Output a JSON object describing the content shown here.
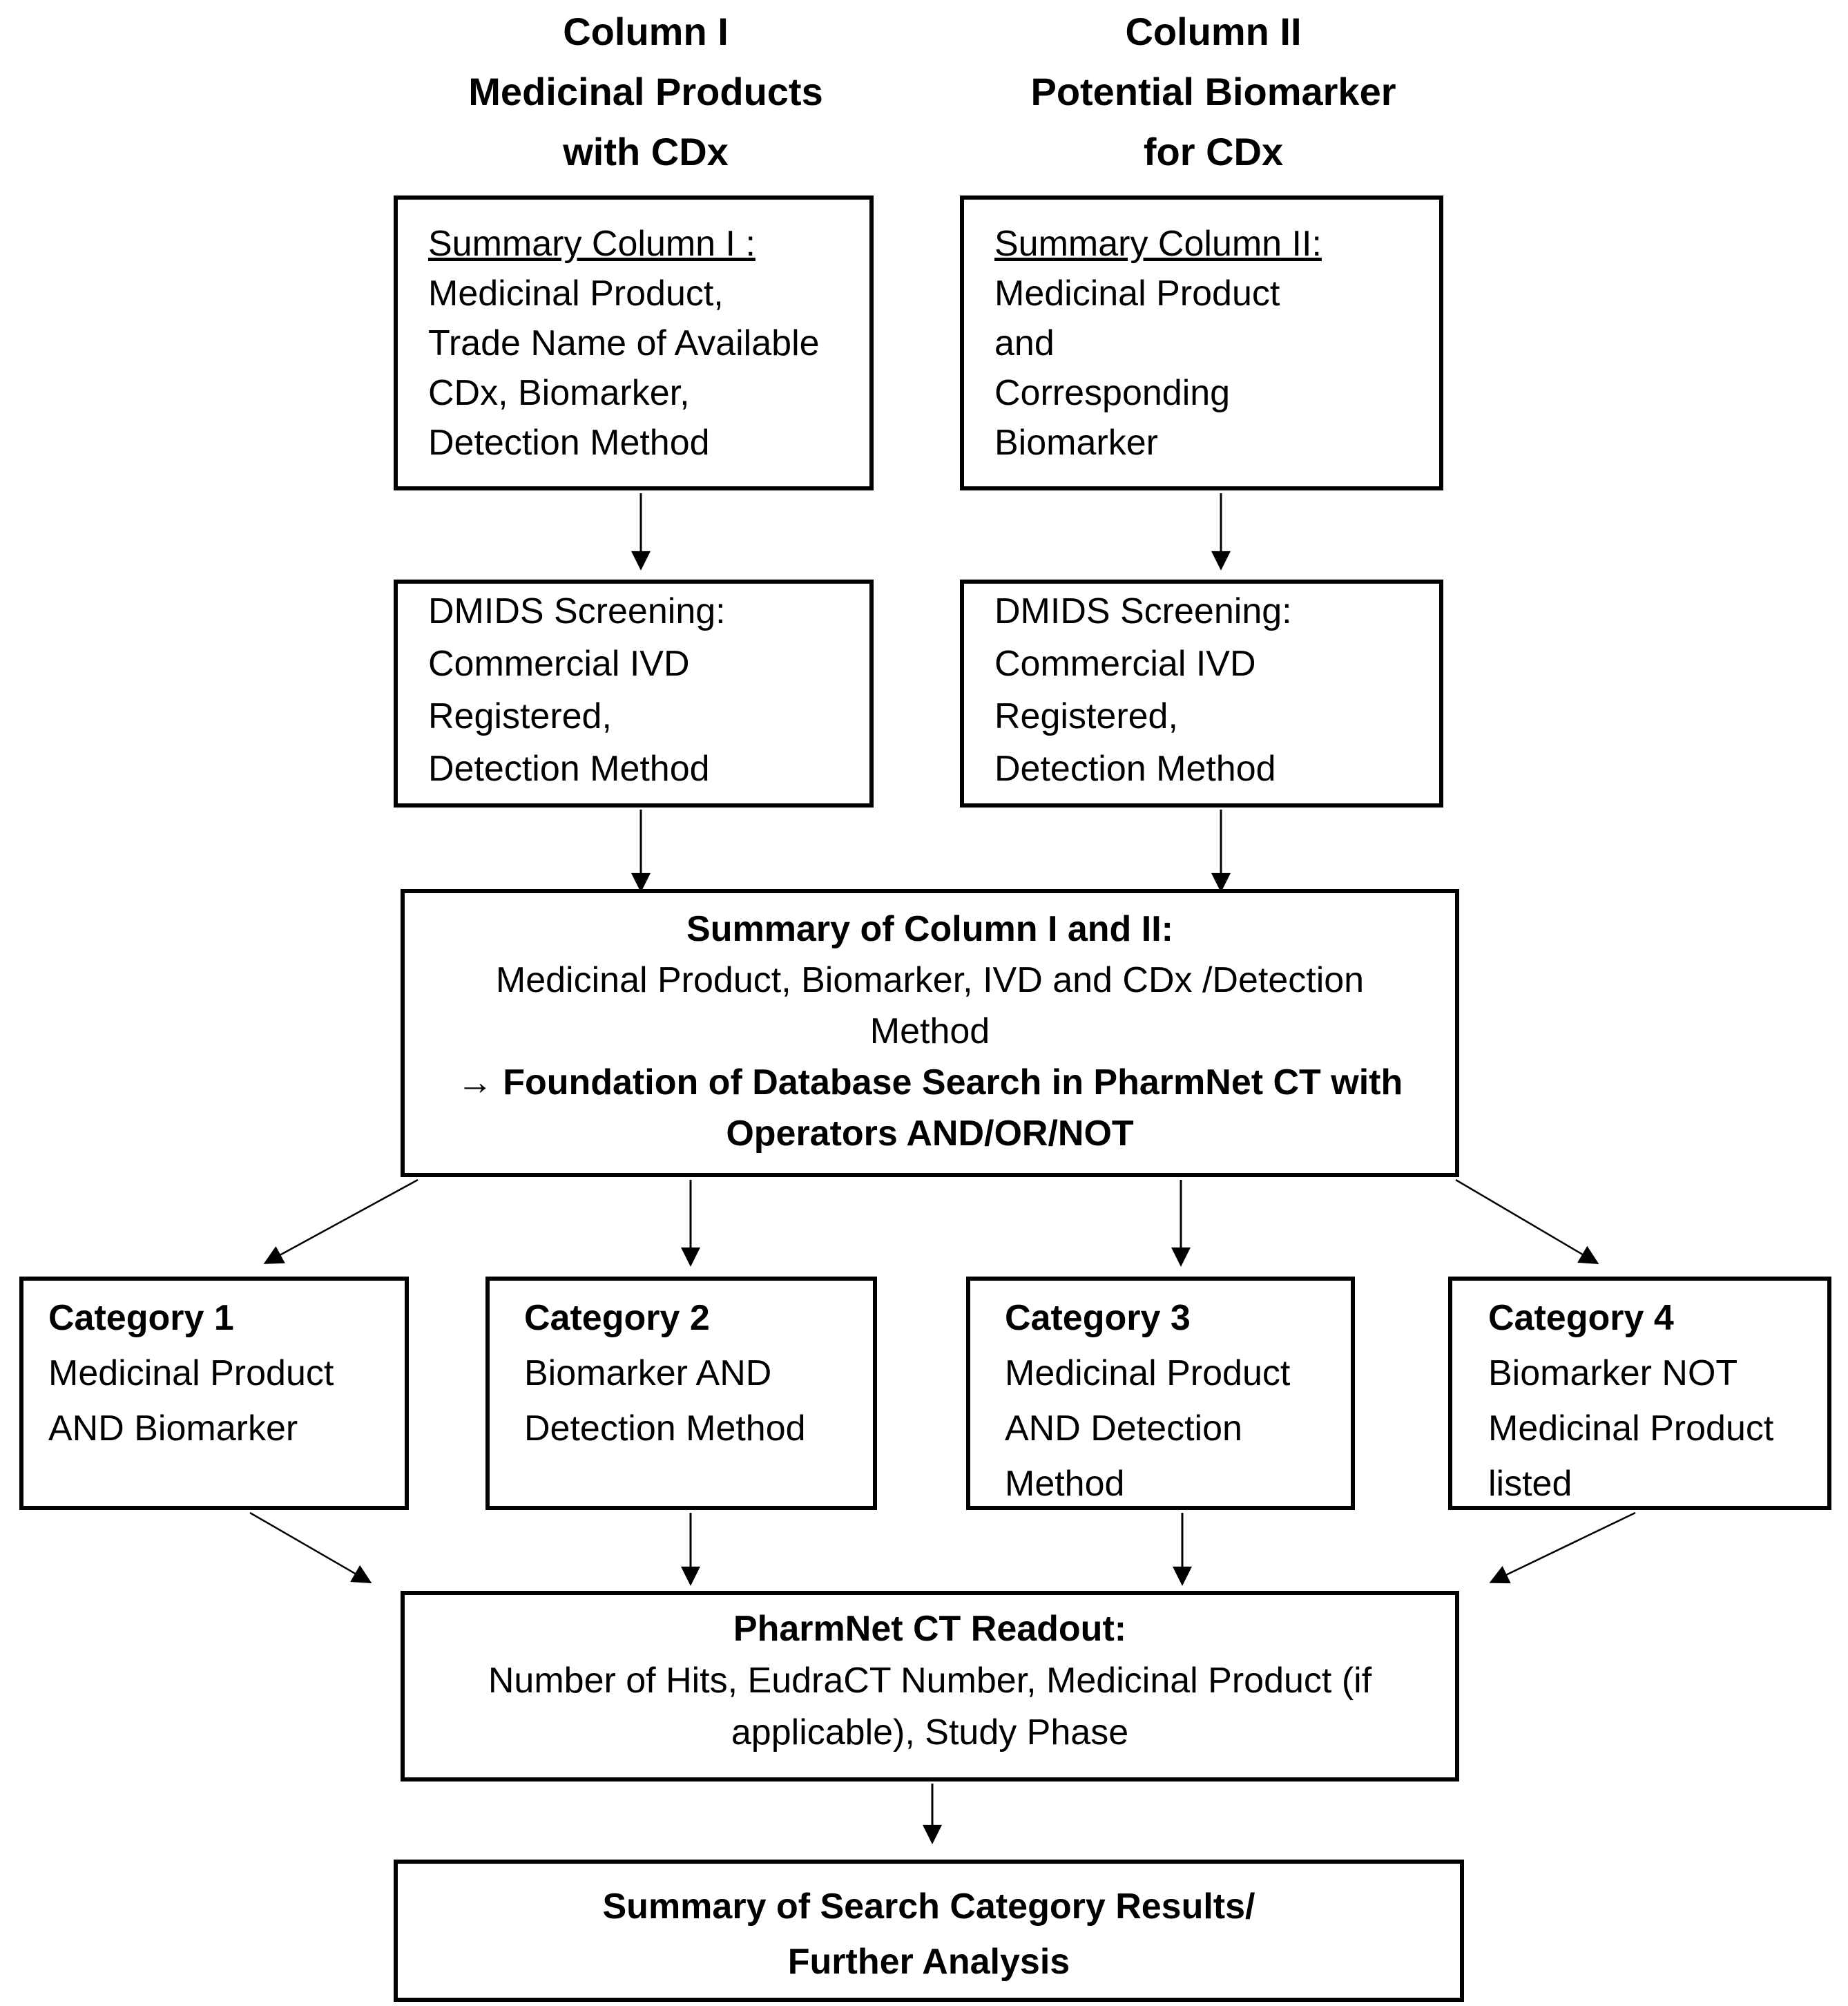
{
  "headers": {
    "column1": {
      "line1": "Column I",
      "line2": "Medicinal Products",
      "line3": "with CDx"
    },
    "column2": {
      "line1": "Column II",
      "line2": "Potential Biomarker",
      "line3": "for CDx"
    }
  },
  "boxes": {
    "summary_col1": {
      "title": "Summary Column I :",
      "line1": "Medicinal Product,",
      "line2": "Trade Name of Available",
      "line3": "CDx, Biomarker,",
      "line4": "Detection Method"
    },
    "summary_col2": {
      "title": "Summary Column II:",
      "line1": "Medicinal Product",
      "line2": "and",
      "line3": "Corresponding",
      "line4": "Biomarker"
    },
    "dmids_col1": {
      "line1": "DMIDS Screening:",
      "line2": "Commercial IVD",
      "line3": "Registered,",
      "line4": "Detection Method"
    },
    "dmids_col2": {
      "line1": "DMIDS Screening:",
      "line2": "Commercial IVD",
      "line3": "Registered,",
      "line4": "Detection Method"
    },
    "summary_combined": {
      "title": "Summary of Column I and II:",
      "line1": "Medicinal Product, Biomarker, IVD and CDx /Detection",
      "line2": "Method",
      "line3": "→ Foundation of Database Search in PharmNet CT with",
      "line4": "Operators AND/OR/NOT"
    },
    "category1": {
      "title": "Category 1",
      "line1": "Medicinal Product",
      "line2": "AND Biomarker"
    },
    "category2": {
      "title": "Category 2",
      "line1": "Biomarker AND",
      "line2": "Detection Method"
    },
    "category3": {
      "title": "Category 3",
      "line1": "Medicinal Product",
      "line2": "AND Detection",
      "line3": "Method"
    },
    "category4": {
      "title": "Category 4",
      "line1": "Biomarker NOT",
      "line2": "Medicinal Product",
      "line3": "listed"
    },
    "readout": {
      "title": "PharmNet CT Readout:",
      "line1": "Number of Hits, EudraCT Number, Medicinal Product (if",
      "line2": "applicable), Study Phase"
    },
    "final": {
      "line1": "Summary of Search Category Results/",
      "line2": "Further Analysis"
    }
  },
  "colors": {
    "line": "#000000",
    "background": "#ffffff",
    "text": "#000000"
  }
}
